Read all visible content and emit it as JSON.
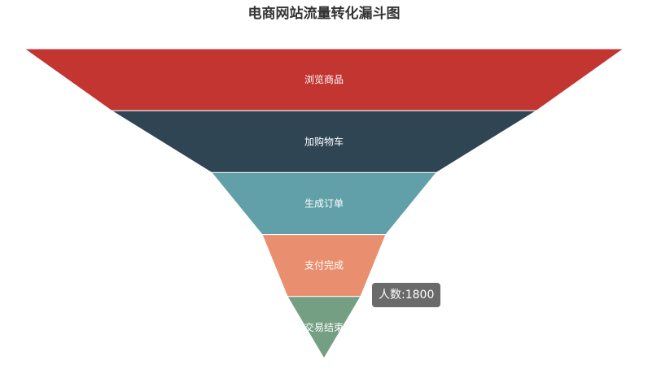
{
  "chart_data": {
    "type": "funnel",
    "title": "电商网站流量转化漏斗图",
    "categories": [
      "浏览商品",
      "加购物车",
      "生成订单",
      "支付完成",
      "交易结束"
    ],
    "colors": [
      "#c23531",
      "#2f4554",
      "#61a0a8",
      "#e98f6f",
      "#749f83"
    ],
    "sort": "descending",
    "legend": "none"
  },
  "tooltip": {
    "label": "人数",
    "value": "1800",
    "text": "人数:1800",
    "category": "交易结束"
  }
}
